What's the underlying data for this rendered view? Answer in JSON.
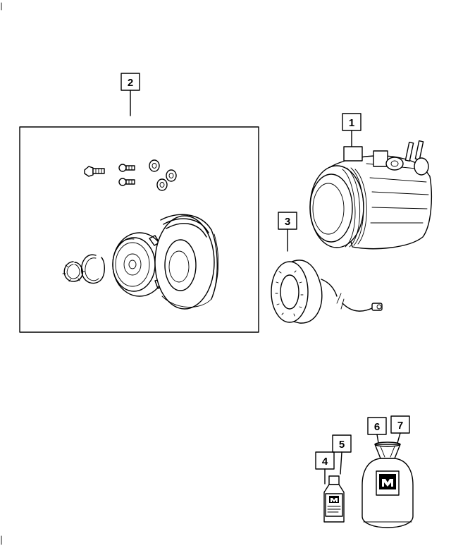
{
  "callouts": {
    "c1": "1",
    "c2": "2",
    "c3": "3",
    "c4": "4",
    "c5": "5",
    "c6": "6",
    "c7": "7"
  },
  "colors": {
    "line": "#000000",
    "background": "#ffffff"
  },
  "icons": {
    "mopar_logo": "mopar-logo-icon"
  }
}
